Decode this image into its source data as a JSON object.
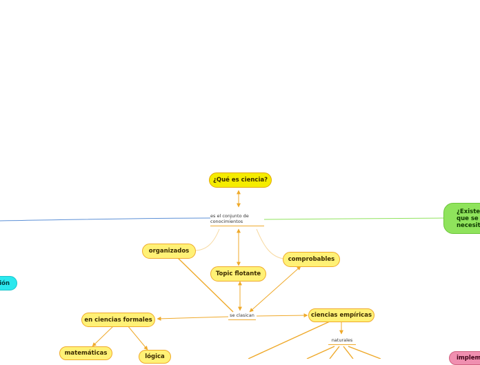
{
  "map": {
    "central": {
      "label": "¿Qué es ciencia?"
    },
    "definition": {
      "line1": "es el conjunto de",
      "line2": "conocimientos"
    },
    "organizados": {
      "label": "organizados"
    },
    "comprobables": {
      "label": "comprobables"
    },
    "topic_flotante": {
      "label": "Topic flotante"
    },
    "se_clasican": {
      "label": "se clasican"
    },
    "formales": {
      "label": "en ciencias formales"
    },
    "empiricas": {
      "label": "ciencias empíricas"
    },
    "naturales": {
      "label": "naturales"
    },
    "matematicas": {
      "label": "matemáticas"
    },
    "logica": {
      "label": "lógica"
    },
    "green_topic": {
      "line1": "¿Existe d",
      "line2": "que se es",
      "line3": "necesita"
    },
    "cyan_topic": {
      "label": "ión"
    },
    "pink_topic": {
      "label": "impleme"
    }
  },
  "colors": {
    "line_orange": "#efa92a",
    "line_blue": "#5b8fd6",
    "line_green": "#8fe35c",
    "node_yellow": "#fff176",
    "node_central": "#f5ec00"
  }
}
